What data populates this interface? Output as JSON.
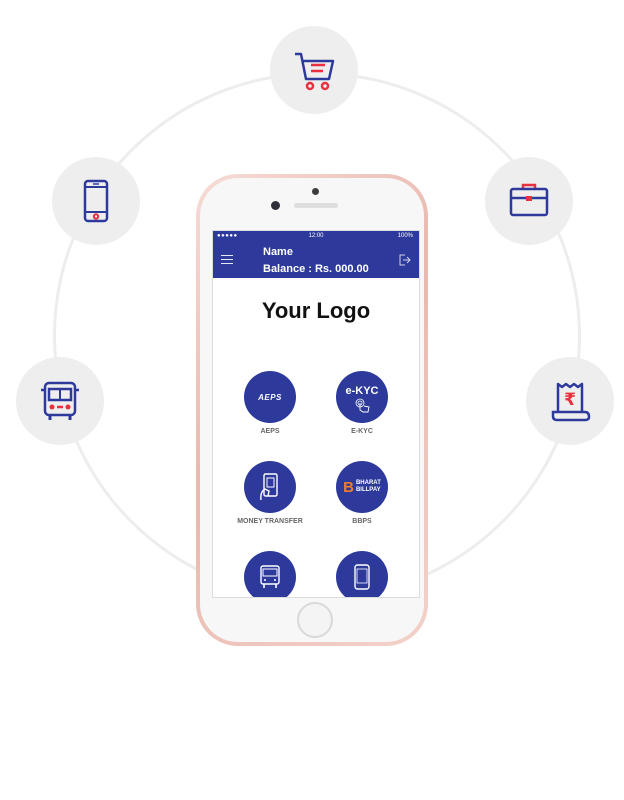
{
  "status_bar": {
    "signal": "●●●●● ",
    "time": "12:00",
    "battery": "100%"
  },
  "header": {
    "name": "Name",
    "balance": "Balance : Rs. 000.00"
  },
  "logo_text": "Your Logo",
  "services": [
    {
      "label": "AEPS",
      "icon": "aeps-logo",
      "badge": "AEPS"
    },
    {
      "label": "E-KYC",
      "icon": "ekyc-icon",
      "badge": "e-KYC"
    },
    {
      "label": "MONEY TRANSFER",
      "icon": "money-transfer-icon"
    },
    {
      "label": "BBPS",
      "icon": "bharat-billpay-logo",
      "badge_letter": "B",
      "badge_line1": "BHARAT",
      "badge_line2": "BILLPAY"
    },
    {
      "label": "",
      "icon": "bus-icon"
    },
    {
      "label": "",
      "icon": "mobile-icon"
    }
  ],
  "orbit_icons": [
    "shopping-cart-icon",
    "briefcase-icon",
    "rupee-bill-icon",
    "bus-icon",
    "mobile-phone-icon"
  ],
  "colors": {
    "primary": "#2d3a9b",
    "accent": "#e8303e",
    "phone_body": "#e9b8ae",
    "ring": "#ededed"
  }
}
